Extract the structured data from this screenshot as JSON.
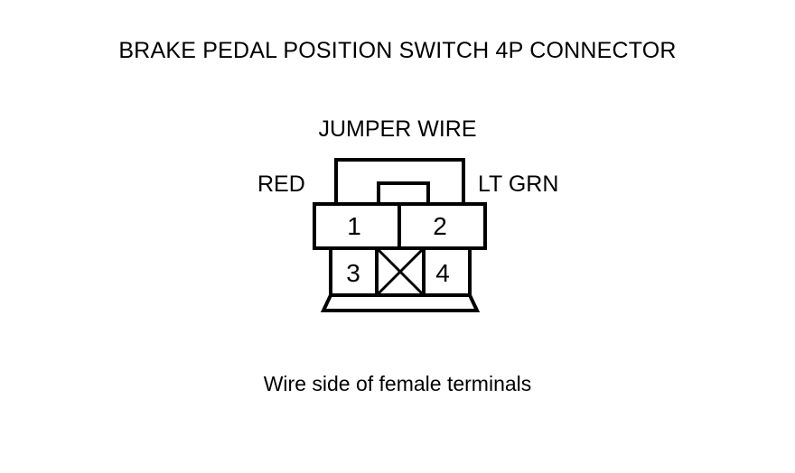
{
  "title": "BRAKE PEDAL POSITION SWITCH 4P CONNECTOR",
  "jumper": {
    "label": "JUMPER WIRE"
  },
  "wires": {
    "left_label": "RED",
    "right_label": "LT GRN"
  },
  "connector": {
    "caption": "Wire side of female terminals",
    "cavities": [
      {
        "number": "1",
        "row": "top",
        "position": "left",
        "used": true
      },
      {
        "number": "2",
        "row": "top",
        "position": "right",
        "used": true
      },
      {
        "number": "3",
        "row": "bottom",
        "position": "left",
        "used": true
      },
      {
        "number": "4",
        "row": "bottom",
        "position": "right",
        "used": true
      }
    ],
    "blocked_cavity_marker": "X",
    "pin_count": "4P"
  },
  "colors": {
    "ink": "#000000",
    "background": "#ffffff"
  }
}
